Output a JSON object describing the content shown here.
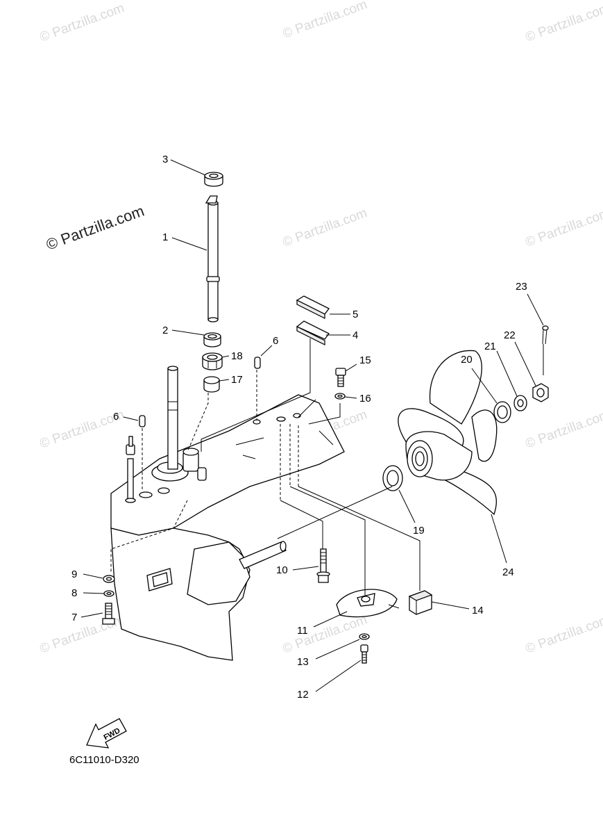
{
  "watermark": {
    "small": "© Partzilla.com",
    "big": "© Partzilla.com"
  },
  "diagram_code": "6C11010-D320",
  "fwd_label": "FWD",
  "callouts": {
    "p1": "1",
    "p2": "2",
    "p3": "3",
    "p4": "4",
    "p5": "5",
    "p6a": "6",
    "p6b": "6",
    "p7": "7",
    "p8": "8",
    "p9": "9",
    "p10": "10",
    "p11": "11",
    "p12": "12",
    "p13": "13",
    "p14": "14",
    "p15": "15",
    "p16": "16",
    "p17": "17",
    "p18": "18",
    "p19": "19",
    "p20": "20",
    "p21": "21",
    "p22": "22",
    "p23": "23",
    "p24": "24"
  }
}
